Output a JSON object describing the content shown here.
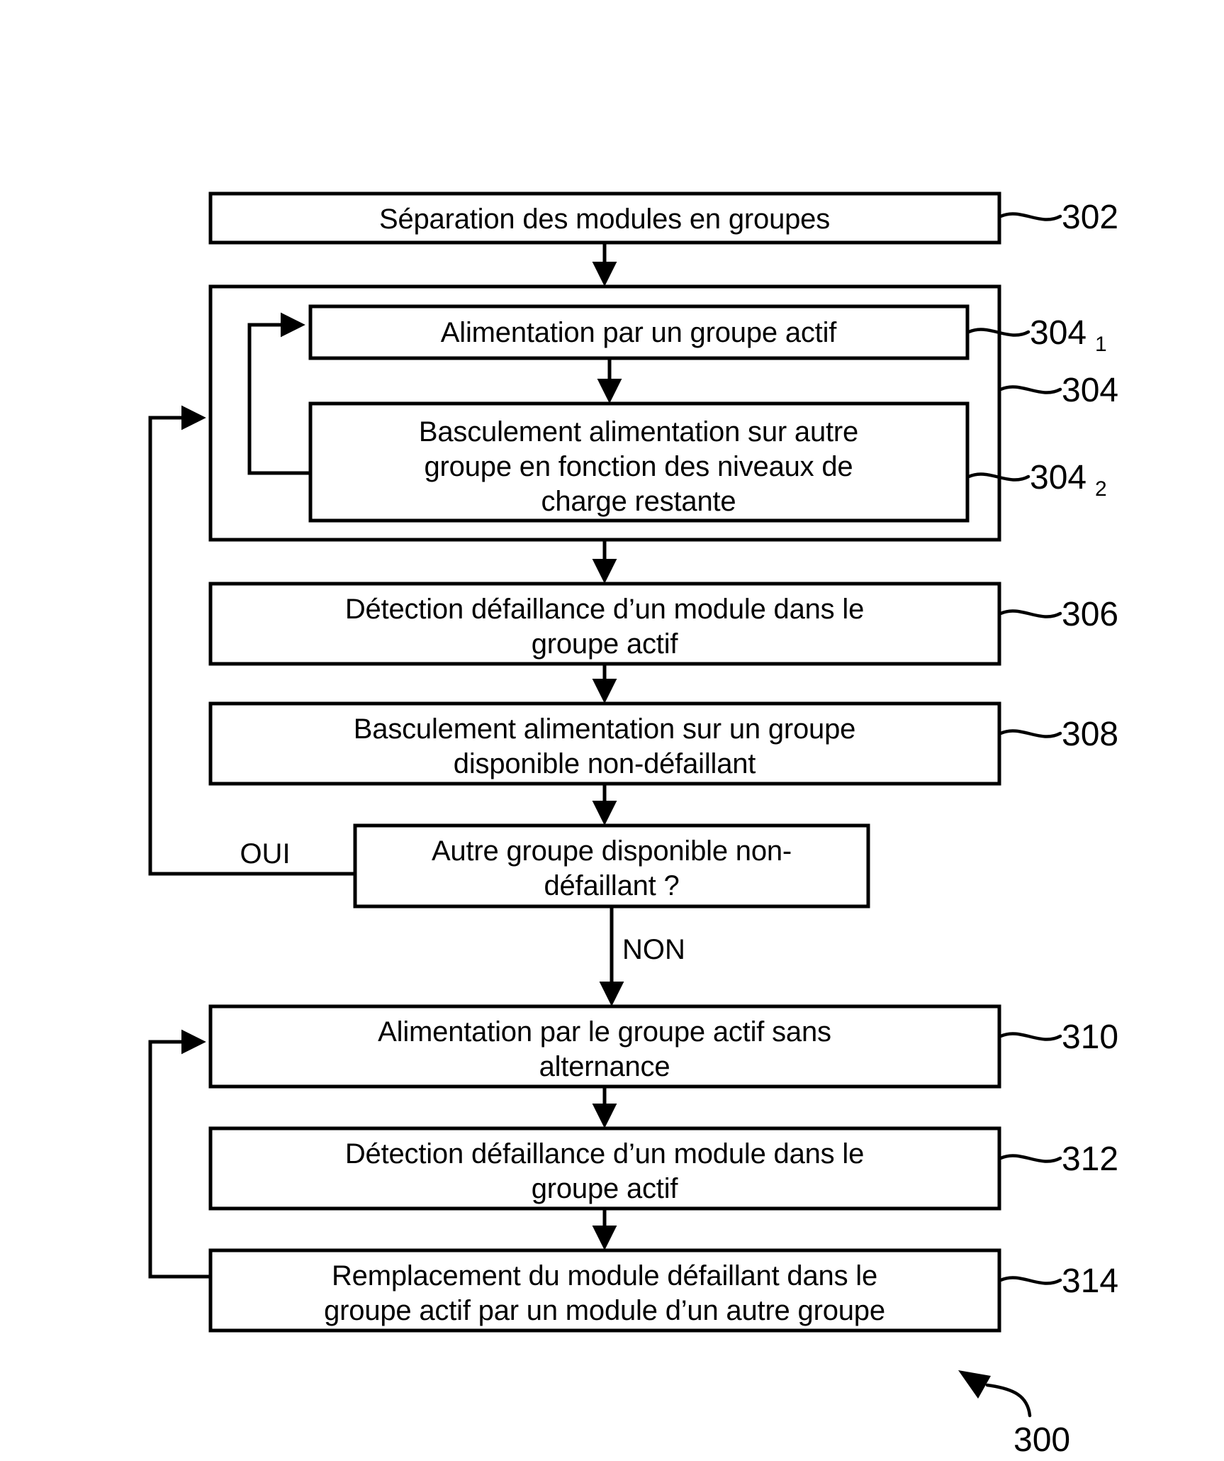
{
  "figure": {
    "figure_ref": "300",
    "language": "fr",
    "title_text": ""
  },
  "nodes": {
    "n302": {
      "ref": "302",
      "lines": [
        "Séparation des modules en groupes"
      ]
    },
    "n304": {
      "ref": "304",
      "lines": []
    },
    "n3041": {
      "ref": "304",
      "ref_sub": "1",
      "lines": [
        "Alimentation par un groupe actif"
      ]
    },
    "n3042": {
      "ref": "304",
      "ref_sub": "2",
      "lines": [
        "Basculement alimentation sur autre",
        "groupe en fonction des niveaux de",
        "charge restante"
      ]
    },
    "n306": {
      "ref": "306",
      "lines": [
        "Détection défaillance d’un module dans le",
        "groupe actif"
      ]
    },
    "n308": {
      "ref": "308",
      "lines": [
        "Basculement alimentation sur un groupe",
        "disponible non-défaillant"
      ]
    },
    "n309": {
      "ref": "",
      "lines": [
        "Autre groupe disponible non-",
        "défaillant ?"
      ]
    },
    "n310": {
      "ref": "310",
      "lines": [
        "Alimentation par le groupe actif sans",
        "alternance"
      ]
    },
    "n312": {
      "ref": "312",
      "lines": [
        "Détection défaillance d’un module dans le",
        "groupe actif"
      ]
    },
    "n314": {
      "ref": "314",
      "lines": [
        "Remplacement du module défaillant dans le",
        "groupe actif par un module d’un autre groupe"
      ]
    }
  },
  "branches": {
    "yes_label": "OUI",
    "no_label": "NON"
  },
  "colors": {
    "stroke": "#000000",
    "fill": "#ffffff",
    "text": "#000000"
  }
}
